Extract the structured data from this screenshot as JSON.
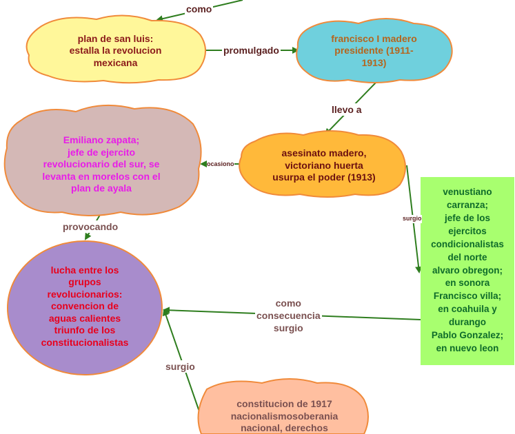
{
  "colors": {
    "edge": "#2e7d1e",
    "cloud_outline": "#f08a3a",
    "yellow_fill": "#fff79a",
    "blue_fill": "#6fd0dd",
    "gray_fill": "#d4b8b6",
    "orange_fill": "#ffb93a",
    "purple_fill": "#a88ccc",
    "peach_fill": "#ffbfa0",
    "green_fill": "#a8ff6f"
  },
  "nodes": {
    "plan_san_luis": {
      "text": "plan de san luis:\nestalla la revolucion\nmexicana",
      "color": "#8b1a1a"
    },
    "madero_presidente": {
      "text": "francisco I madero\npresidente (1911-\n1913)",
      "color": "#b5651d"
    },
    "emiliano_zapata": {
      "text": "Emiliano zapata;\njefe de ejercito\nrevolucionario del sur, se\nlevanta en morelos con el\nplan de ayala",
      "color": "#e81ce8"
    },
    "asesinato_madero": {
      "text": "asesinato madero,\nvictoriano huerta\nusurpa el poder (1913)",
      "color": "#6b0f0f"
    },
    "carranza": {
      "text": "venustiano\ncarranza;\njefe de los\nejercitos\ncondicionalistas\ndel norte\nalvaro obregon;\nen sonora\nFrancisco villa;\nen coahuila y\ndurango\nPablo Gonzalez;\nen nuevo leon",
      "color": "#0e6b2a"
    },
    "lucha_grupos": {
      "text": "lucha entre los\ngrupos\nrevolucionarios:\nconvencion de\naguas calientes\ntriunfo de los\nconstitucionalistas",
      "color": "#e8001c"
    },
    "constitucion": {
      "text": "constitucion de 1917\nnacionalismosoberania\nnacional, derechos",
      "color": "#7a5050"
    }
  },
  "links": {
    "como_top": "como",
    "promulgado": "promulgado",
    "llevo_a": "llevo a",
    "ocasiono": "ocasiono",
    "surgio_right": "surgio",
    "provocando": "provocando",
    "como_consecuencia": "como\nconsecuencia\nsurgio",
    "surgio_bottom": "surgio"
  }
}
